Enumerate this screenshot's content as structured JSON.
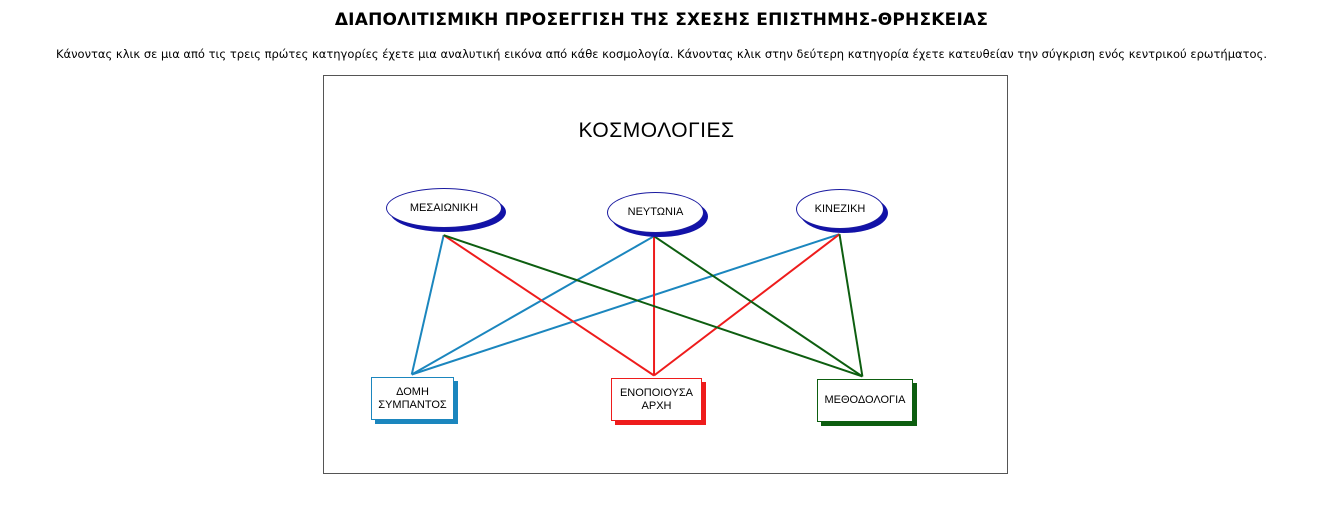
{
  "page": {
    "title": "ΔΙΑΠΟΛΙΤΙΣΜΙΚΗ ΠΡΟΣΕΓΓΙΣΗ ΤΗΣ ΣΧΕΣΗΣ ΕΠΙΣΤΗΜΗΣ-ΘΡΗΣΚΕΙΑΣ",
    "intro": "Κάνοντας κλικ σε μια από τις τρεις πρώτες κατηγορίες έχετε μια αναλυτική εικόνα από κάθε κοσμολογία. Κάνοντας κλικ στην δεύτερη κατηγορία έχετε κατευθείαν την σύγκριση ενός κεντρικού ερωτήματος."
  },
  "diagram": {
    "title": "ΚΟΣΜΟΛΟΓΙΕΣ",
    "cosmologies": [
      {
        "id": "medieval",
        "label": "ΜΕΣΑΙΩΝΙΚΗ"
      },
      {
        "id": "newtonian",
        "label": "ΝΕΥΤΩΝΙΑ"
      },
      {
        "id": "chinese",
        "label": "ΚΙΝΕΖΙΚΗ"
      }
    ],
    "categories": [
      {
        "id": "structure",
        "label": "ΔΟΜΗ ΣΥΜΠΑΝΤΟΣ",
        "color": "#1b86be"
      },
      {
        "id": "unifying",
        "label": "ΕΝΟΠΟΙΟΥΣΑ ΑΡΧΗ",
        "color": "#ee1c1c"
      },
      {
        "id": "method",
        "label": "ΜΕΘΟΔΟΛΟΓΙΑ",
        "color": "#0d5e10"
      }
    ],
    "colors": {
      "ellipse_border": "#1a1aa0",
      "ellipse_shadow": "#1212a8",
      "frame_border": "#555555"
    }
  }
}
